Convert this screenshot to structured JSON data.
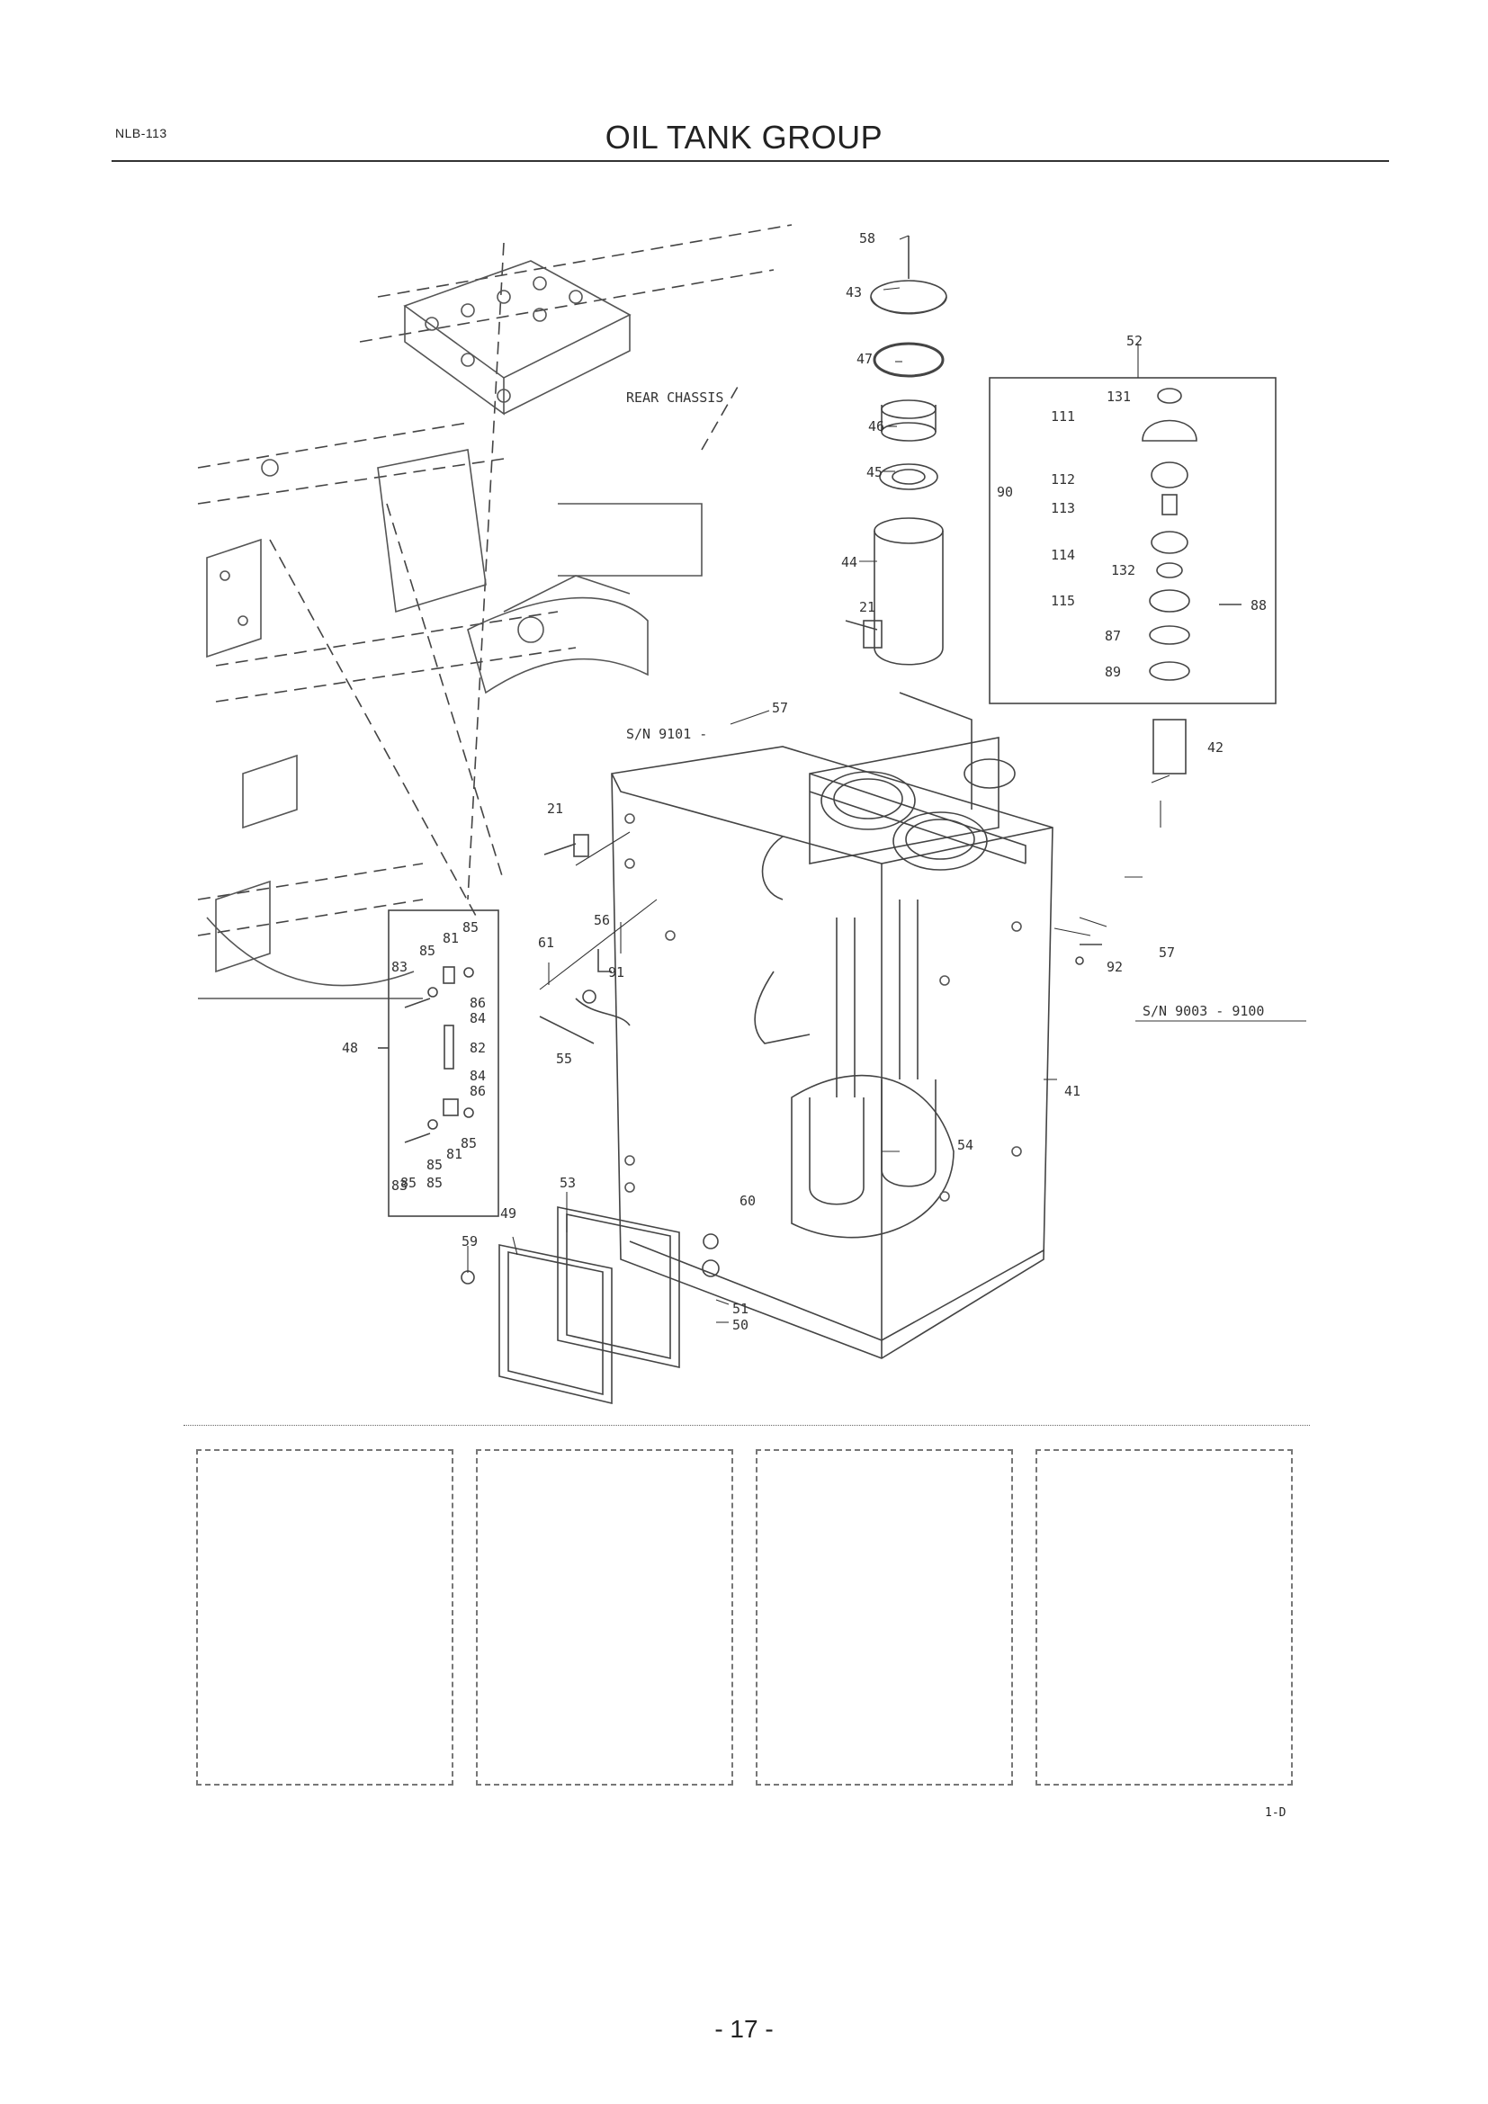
{
  "header": {
    "doc_code": "NLB-113",
    "title": "OIL TANK GROUP"
  },
  "diagram": {
    "callouts": {
      "c58": "58",
      "c43": "43",
      "c47": "47",
      "c46": "46",
      "c45": "45",
      "c44": "44",
      "c21a": "21",
      "c21b": "21",
      "c57a": "57",
      "c57b": "57",
      "c52": "52",
      "c131": "131",
      "c111": "111",
      "c90": "90",
      "c112": "112",
      "c113": "113",
      "c114": "114",
      "c132": "132",
      "c115": "115",
      "c88": "88",
      "c87": "87",
      "c89": "89",
      "c42": "42",
      "c92": "92",
      "c41": "41",
      "c54": "54",
      "c60": "60",
      "c51": "51",
      "c50": "50",
      "c53": "53",
      "c49": "49",
      "c59": "59",
      "c48": "48",
      "c56": "56",
      "c91": "91",
      "c61": "61",
      "c55": "55",
      "c81a": "81",
      "c81b": "81",
      "c85a": "85",
      "c85b": "85",
      "c85c": "85",
      "c85d": "85",
      "c85e": "85",
      "c85f": "85",
      "c83a": "83",
      "c83b": "83",
      "c86a": "86",
      "c86b": "86",
      "c84a": "84",
      "c84b": "84",
      "c82": "82"
    },
    "annotations": {
      "rear_chassis": "REAR CHASSIS",
      "sn_top": "S/N 9101 -",
      "sn_right": "S/N 9003 - 9100"
    }
  },
  "footer": {
    "figure_code": "1-D",
    "page_number": "- 17 -"
  }
}
